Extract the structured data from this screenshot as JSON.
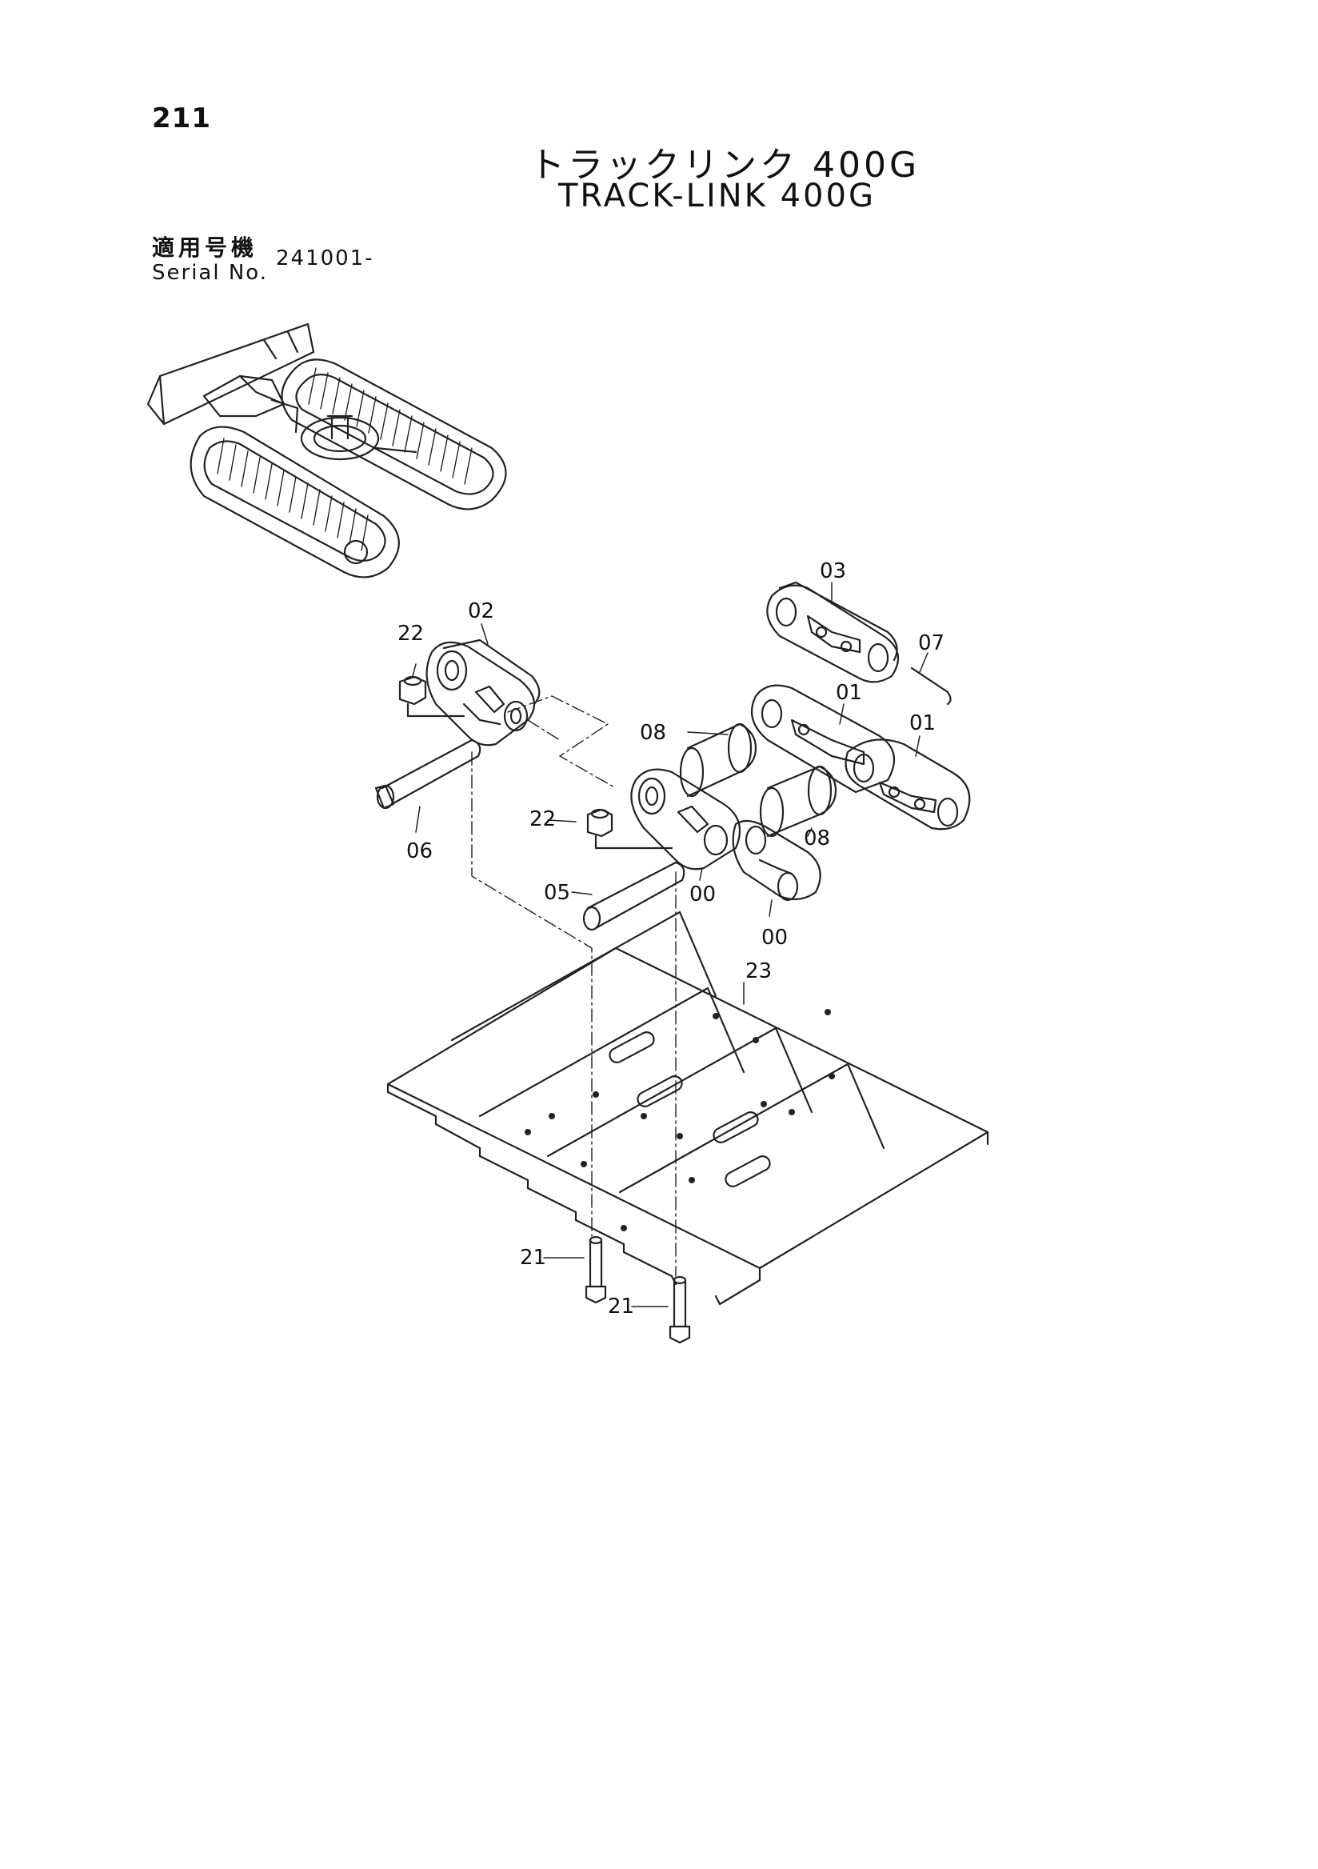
{
  "page_number": "211",
  "title_ja": "トラックリンク 400G",
  "title_en": "TRACK-LINK 400G",
  "serial": {
    "label_ja": "適用号機",
    "label_en": "Serial No.",
    "value": "241001-"
  },
  "callouts": {
    "link_00_a": "00",
    "link_00_b": "00",
    "link_01_a": "01",
    "link_01_b": "01",
    "link_02": "02",
    "link_03": "03",
    "pin_05": "05",
    "pin_06": "06",
    "pin_07": "07",
    "bushing_08_a": "08",
    "bushing_08_b": "08",
    "bolt_21_a": "21",
    "bolt_21_b": "21",
    "nut_22_a": "22",
    "nut_22_b": "22",
    "shoe_23": "23"
  }
}
